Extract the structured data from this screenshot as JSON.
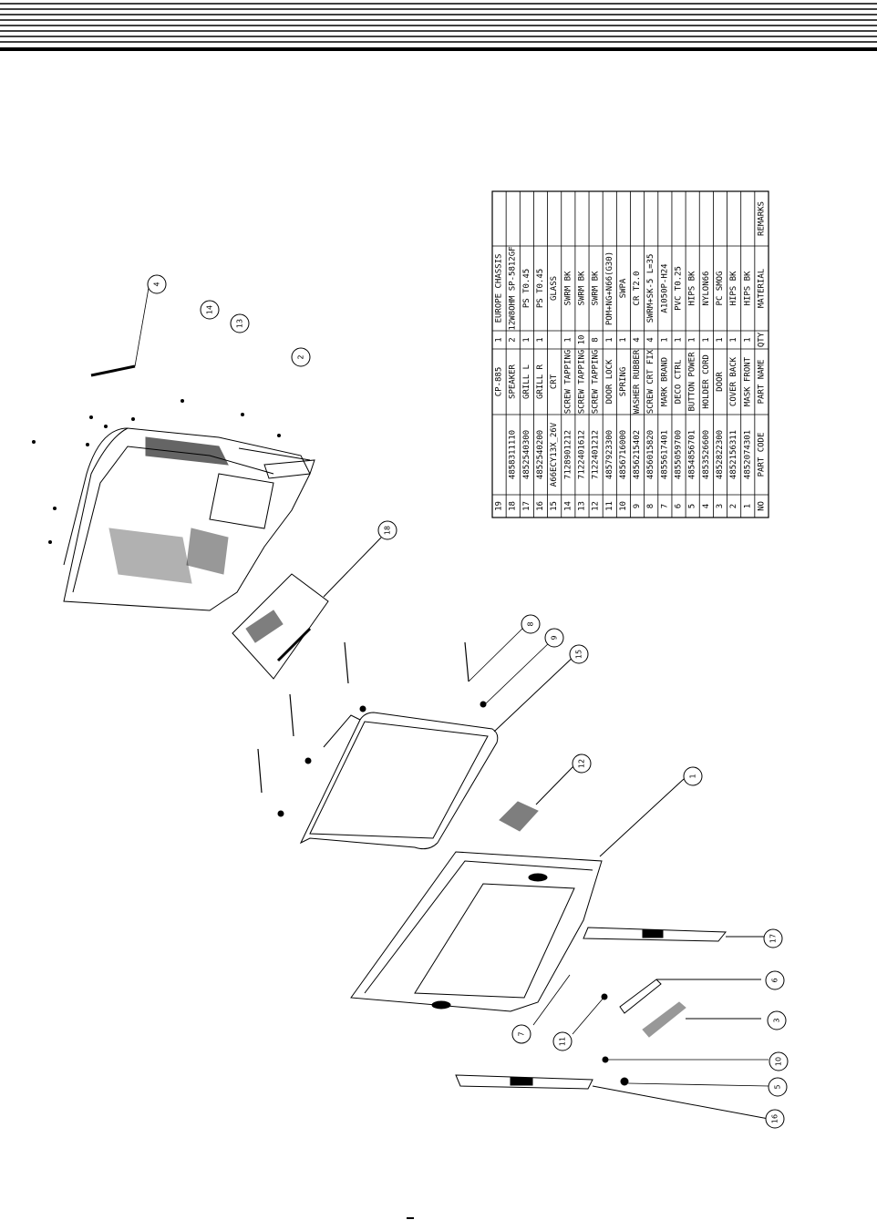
{
  "parts_table": {
    "headers": [
      "NO",
      "PART CODE",
      "PART NAME",
      "QTY",
      "MATERIAL",
      "REMARKS"
    ],
    "rows": [
      [
        "1",
        "4852074301",
        "MASK FRONT",
        "1",
        "HIPS BK",
        ""
      ],
      [
        "2",
        "4852156311",
        "COVER BACK",
        "1",
        "HIPS BK",
        ""
      ],
      [
        "3",
        "4852822300",
        "DOOR",
        "1",
        "PC SMOG",
        ""
      ],
      [
        "4",
        "4853526600",
        "HOLDER CORD",
        "1",
        "NYLON66",
        ""
      ],
      [
        "5",
        "4854856701",
        "BUTTON POWER",
        "1",
        "HIPS BK",
        ""
      ],
      [
        "6",
        "4855059700",
        "DECO CTRL",
        "1",
        "PVC T0.25",
        ""
      ],
      [
        "7",
        "4855617401",
        "MARK BRAND",
        "1",
        "A1050P-H24",
        ""
      ],
      [
        "8",
        "4856015820",
        "SCREW CRT FIX",
        "4",
        "SWRM+SK-5 L=35",
        ""
      ],
      [
        "9",
        "4856215402",
        "WASHER RUBBER",
        "4",
        "CR T2.0",
        ""
      ],
      [
        "10",
        "4856716000",
        "SPRING",
        "1",
        "SWPA",
        ""
      ],
      [
        "11",
        "4857923300",
        "DOOR LOCK",
        "1",
        "POM+NG+N66(G30)",
        ""
      ],
      [
        "12",
        "7122401212",
        "SCREW TAPPING",
        "8",
        "SWRM BK",
        ""
      ],
      [
        "13",
        "7122401612",
        "SCREW TAPPING",
        "10",
        "SWRM BK",
        ""
      ],
      [
        "14",
        "7128901212",
        "SCREW TAPPING",
        "1",
        "SWRM BK",
        ""
      ],
      [
        "15",
        "A66ECY13X_26V",
        "CRT",
        "",
        "GLASS",
        ""
      ],
      [
        "16",
        "4852540200",
        "GRILL R",
        "1",
        "PS T0.45",
        ""
      ],
      [
        "17",
        "4852540300",
        "GRILL L",
        "1",
        "PS T0.45",
        ""
      ],
      [
        "18",
        "4858311110",
        "SPEAKER",
        "2",
        "12W8OHM SP-5812GF",
        ""
      ],
      [
        "19",
        "",
        "CP-885",
        "1",
        "EUROPE CHASSIS",
        ""
      ]
    ]
  },
  "callouts": [
    "1",
    "2",
    "3",
    "4",
    "5",
    "6",
    "7",
    "8",
    "9",
    "10",
    "11",
    "12",
    "13",
    "14",
    "15",
    "16",
    "17",
    "18"
  ],
  "page_number": "-"
}
